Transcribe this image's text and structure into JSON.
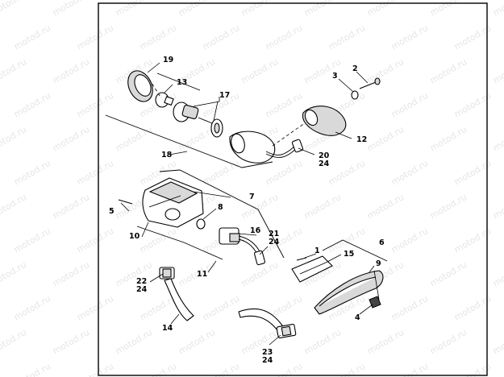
{
  "watermark": "motod.ru",
  "callouts": {
    "c1": "1",
    "c2": "2",
    "c3": "3",
    "c4": "4",
    "c5": "5",
    "c6": "6",
    "c7": "7",
    "c8": "8",
    "c9": "9",
    "c10": "10",
    "c11": "11",
    "c12": "12",
    "c13": "13",
    "c14": "14",
    "c15": "15",
    "c16": "16",
    "c17": "17",
    "c18": "18",
    "c19": "19",
    "c20": "20",
    "c21": "21",
    "c22": "22",
    "c23": "23",
    "c24": "24"
  }
}
